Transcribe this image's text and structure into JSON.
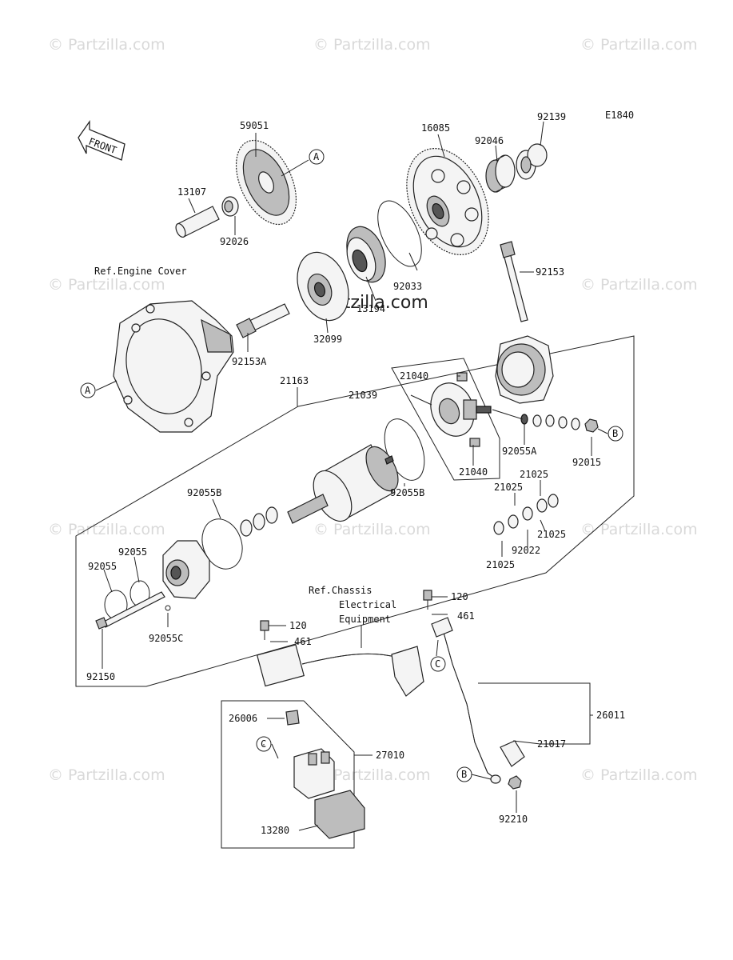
{
  "diagram_code": "E1840",
  "front_label": "FRONT",
  "watermark": "© Partzilla.com",
  "center_watermark": "Partzilla.com",
  "callouts": {
    "a": "A",
    "b": "B",
    "c": "C"
  },
  "references": {
    "engine_cover": "Ref.Engine Cover",
    "chassis_line1": "Ref.Chassis",
    "chassis_line2": "Electrical",
    "chassis_line3": "Equipment"
  },
  "parts": {
    "p59051": "59051",
    "p13107": "13107",
    "p92026": "92026",
    "p16085": "16085",
    "p92046": "92046",
    "p92139": "92139",
    "p92033": "92033",
    "p13194": "13194",
    "p32099": "32099",
    "p92153": "92153",
    "p92153A": "92153A",
    "p21163": "21163",
    "p21040a": "21040",
    "p21039": "21039",
    "p21040b": "21040",
    "p92055A": "92055A",
    "p92015": "92015",
    "p92055B_left": "92055B",
    "p92055B_right": "92055B",
    "p21025a": "21025",
    "p21025b": "21025",
    "p21025c": "21025",
    "p21025d": "21025",
    "p92022": "92022",
    "p92055a": "92055",
    "p92055b": "92055",
    "p92055C": "92055C",
    "p92150": "92150",
    "p120a": "120",
    "p461a": "461",
    "p120b": "120",
    "p461b": "461",
    "p26006": "26006",
    "p27010": "27010",
    "p13280": "13280",
    "p26011": "26011",
    "p21017": "21017",
    "p92210": "92210"
  }
}
